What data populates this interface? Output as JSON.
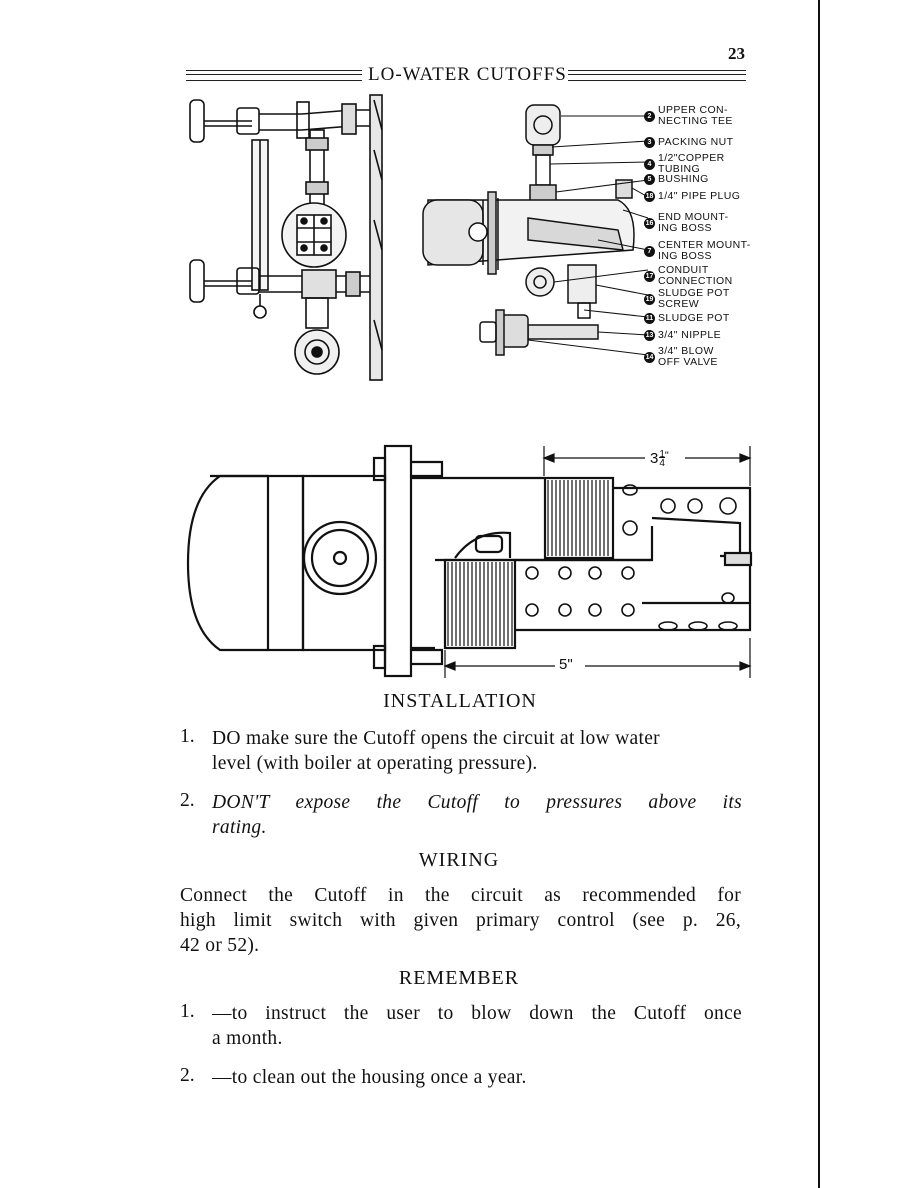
{
  "page_number": "23",
  "header": {
    "title": "LO-WATER CUTOFFS"
  },
  "callouts": [
    {
      "num": "2",
      "text": [
        "UPPER CON-",
        "NECTING TEE"
      ]
    },
    {
      "num": "3",
      "text": [
        "PACKING NUT"
      ]
    },
    {
      "num": "4",
      "text": [
        "1/2\"COPPER",
        "TUBING"
      ]
    },
    {
      "num": "5",
      "text": [
        "BUSHING"
      ]
    },
    {
      "num": "18",
      "text": [
        "1/4\" PIPE PLUG"
      ]
    },
    {
      "num": "16",
      "text": [
        "END MOUNT-",
        "ING BOSS"
      ]
    },
    {
      "num": "7",
      "text": [
        "CENTER MOUNT-",
        "ING BOSS"
      ]
    },
    {
      "num": "17",
      "text": [
        "CONDUIT",
        "CONNECTION"
      ]
    },
    {
      "num": "19",
      "text": [
        "SLUDGE POT",
        "SCREW"
      ]
    },
    {
      "num": "11",
      "text": [
        "SLUDGE POT"
      ]
    },
    {
      "num": "13",
      "text": [
        "3/4\" NIPPLE"
      ]
    },
    {
      "num": "14",
      "text": [
        "3/4\" BLOW",
        "OFF VALVE"
      ]
    }
  ],
  "dimensions": {
    "top": "3",
    "top_fraction_num": "1",
    "top_fraction_den": "4",
    "top_unit": "\"",
    "bottom": "5\""
  },
  "installation": {
    "heading": "INSTALLATION",
    "items": [
      {
        "number": "1.",
        "lines": [
          "DO make sure the Cutoff opens the circuit at low water",
          "level (with boiler at operating pressure)."
        ]
      },
      {
        "number": "2.",
        "lines": [
          "DON'T expose the Cutoff to pressures above its",
          "rating."
        ]
      }
    ]
  },
  "wiring": {
    "heading": "WIRING",
    "lines": [
      "Connect the Cutoff in the circuit as recommended for",
      "high limit switch with given primary control (see p. 26,",
      "42 or 52)."
    ]
  },
  "remember": {
    "heading": "REMEMBER",
    "items": [
      {
        "number": "1.",
        "lines": [
          "—to instruct the user to blow down the Cutoff once",
          "a month."
        ]
      },
      {
        "number": "2.",
        "lines": [
          "—to clean out the housing once a year."
        ]
      }
    ]
  }
}
